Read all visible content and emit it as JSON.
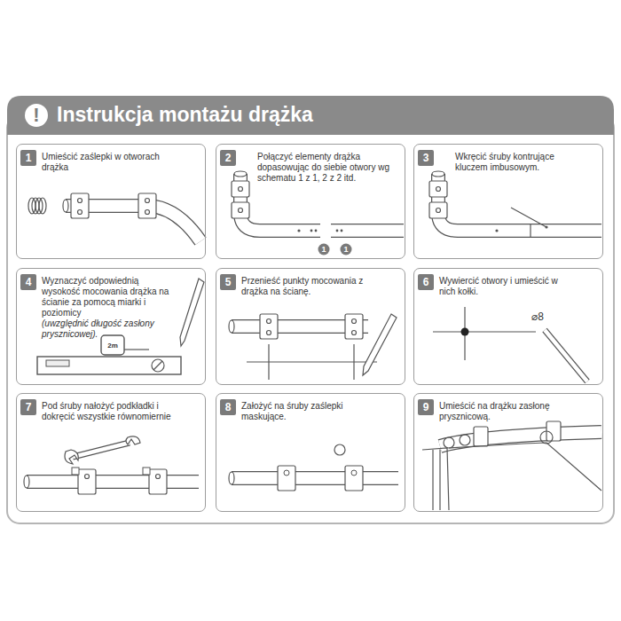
{
  "diagram": {
    "title": "Instrukcja montażu drążka",
    "nodes": [
      {
        "text": [
          "1",
          "Umieścić zaślepki w otworach drążka"
        ]
      },
      {
        "text": [
          "2",
          "Połączyć elementy drążka dopasowując do siebie otwory wg schematu 1 z 1, 2 z 2 itd."
        ]
      },
      {
        "text": [
          "3",
          "Wkręcić śruby kontrujące kluczem imbusowym."
        ]
      },
      {
        "text": [
          "4",
          "Wyznaczyć odpowiednią wysokość mocowania drążka na ścianie za pomocą miarki i poziomicy",
          "(uwzględnić długość zasłony prysznicowej)."
        ]
      },
      {
        "text": [
          "5",
          "Przenieść punkty mocowania z drążka na ścianę."
        ]
      },
      {
        "text": [
          "6",
          "Wywiercić otwory i umieścić w nich kołki."
        ]
      },
      {
        "text": [
          "7",
          "Pod śruby nałożyć podkładki i dokręcić wszystkie równomiernie"
        ]
      },
      {
        "text": [
          "8",
          "Założyć na śruby zaślepki maskujące."
        ]
      },
      {
        "text": [
          "9",
          "Umieścić na drążku zasłonę prysznicową."
        ]
      }
    ],
    "labels": [
      "!",
      "1",
      "1",
      "2m",
      "⌀8"
    ]
  }
}
